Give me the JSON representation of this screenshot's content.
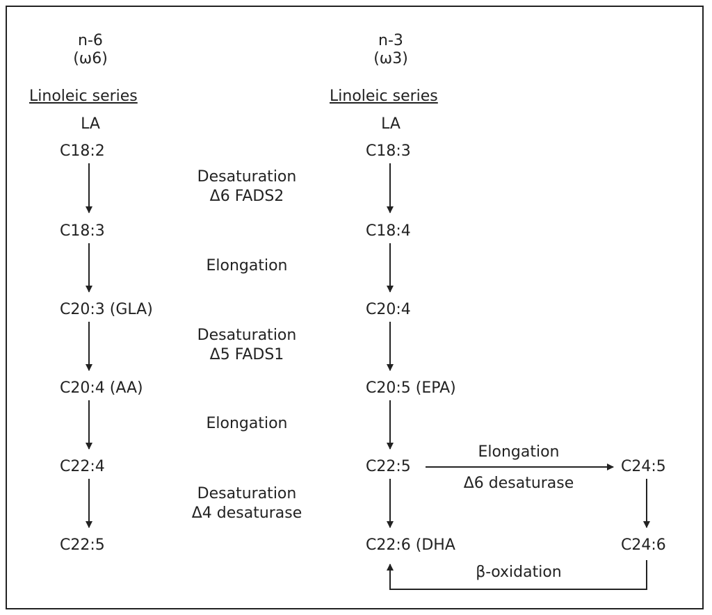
{
  "columns": {
    "n6": {
      "heading": "n-6",
      "subheading": "(ω6)",
      "series_label": "Linoleic series",
      "precursor": "LA",
      "steps": [
        "C18:2",
        "C18:3",
        "C20:3 (GLA)",
        "C20:4 (AA)",
        "C22:4",
        "C22:5"
      ]
    },
    "n3": {
      "heading": "n-3",
      "subheading": "(ω3)",
      "series_label": "Linoleic series",
      "precursor": "LA",
      "steps": [
        "C18:3",
        "C18:4",
        "C20:4",
        "C20:5 (EPA)",
        "C22:5",
        "C22:6 (DHA"
      ]
    }
  },
  "reactions": [
    {
      "line1": "Desaturation",
      "line2": "Δ6 FADS2"
    },
    {
      "line1": "Elongation",
      "line2": ""
    },
    {
      "line1": "Desaturation",
      "line2": "Δ5 FADS1"
    },
    {
      "line1": "Elongation",
      "line2": ""
    },
    {
      "line1": "Desaturation",
      "line2": "Δ4 desaturase"
    }
  ],
  "side_branch": {
    "top_label": "Elongation",
    "bottom_label": "Δ6 desaturase",
    "c24_5": "C24:5",
    "c24_6": "C24:6",
    "return_label": "β-oxidation"
  },
  "colors": {
    "ink": "#222222",
    "background": "#ffffff"
  }
}
